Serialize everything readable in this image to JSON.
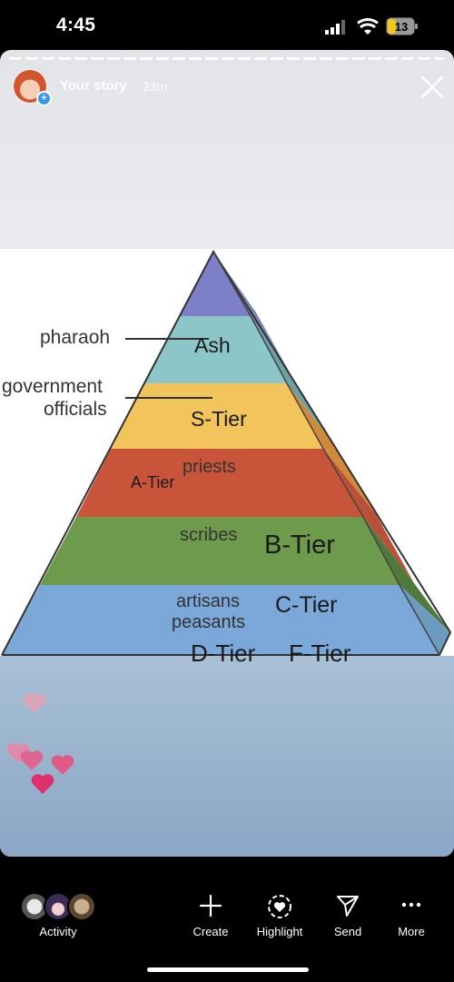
{
  "status_bar": {
    "time": "4:45",
    "battery": "13"
  },
  "story": {
    "user": "Your story",
    "age": "23m"
  },
  "pyramid": {
    "left_labels": {
      "pharaoh": "pharaoh",
      "gov1": "government",
      "gov2": "officials"
    },
    "layers": {
      "priests": "priests",
      "scribes": "scribes",
      "artisans": "artisans",
      "peasants": "peasants"
    },
    "tiers": {
      "ash": "Ash",
      "s": "S-Tier",
      "a": "A-Tier",
      "b": "B-Tier",
      "c": "C-Tier",
      "d": "D-Tier",
      "f": "F-Tier"
    }
  },
  "bottom_bar": {
    "activity": "Activity",
    "create": "Create",
    "highlight": "Highlight",
    "send": "Send",
    "more": "More"
  }
}
